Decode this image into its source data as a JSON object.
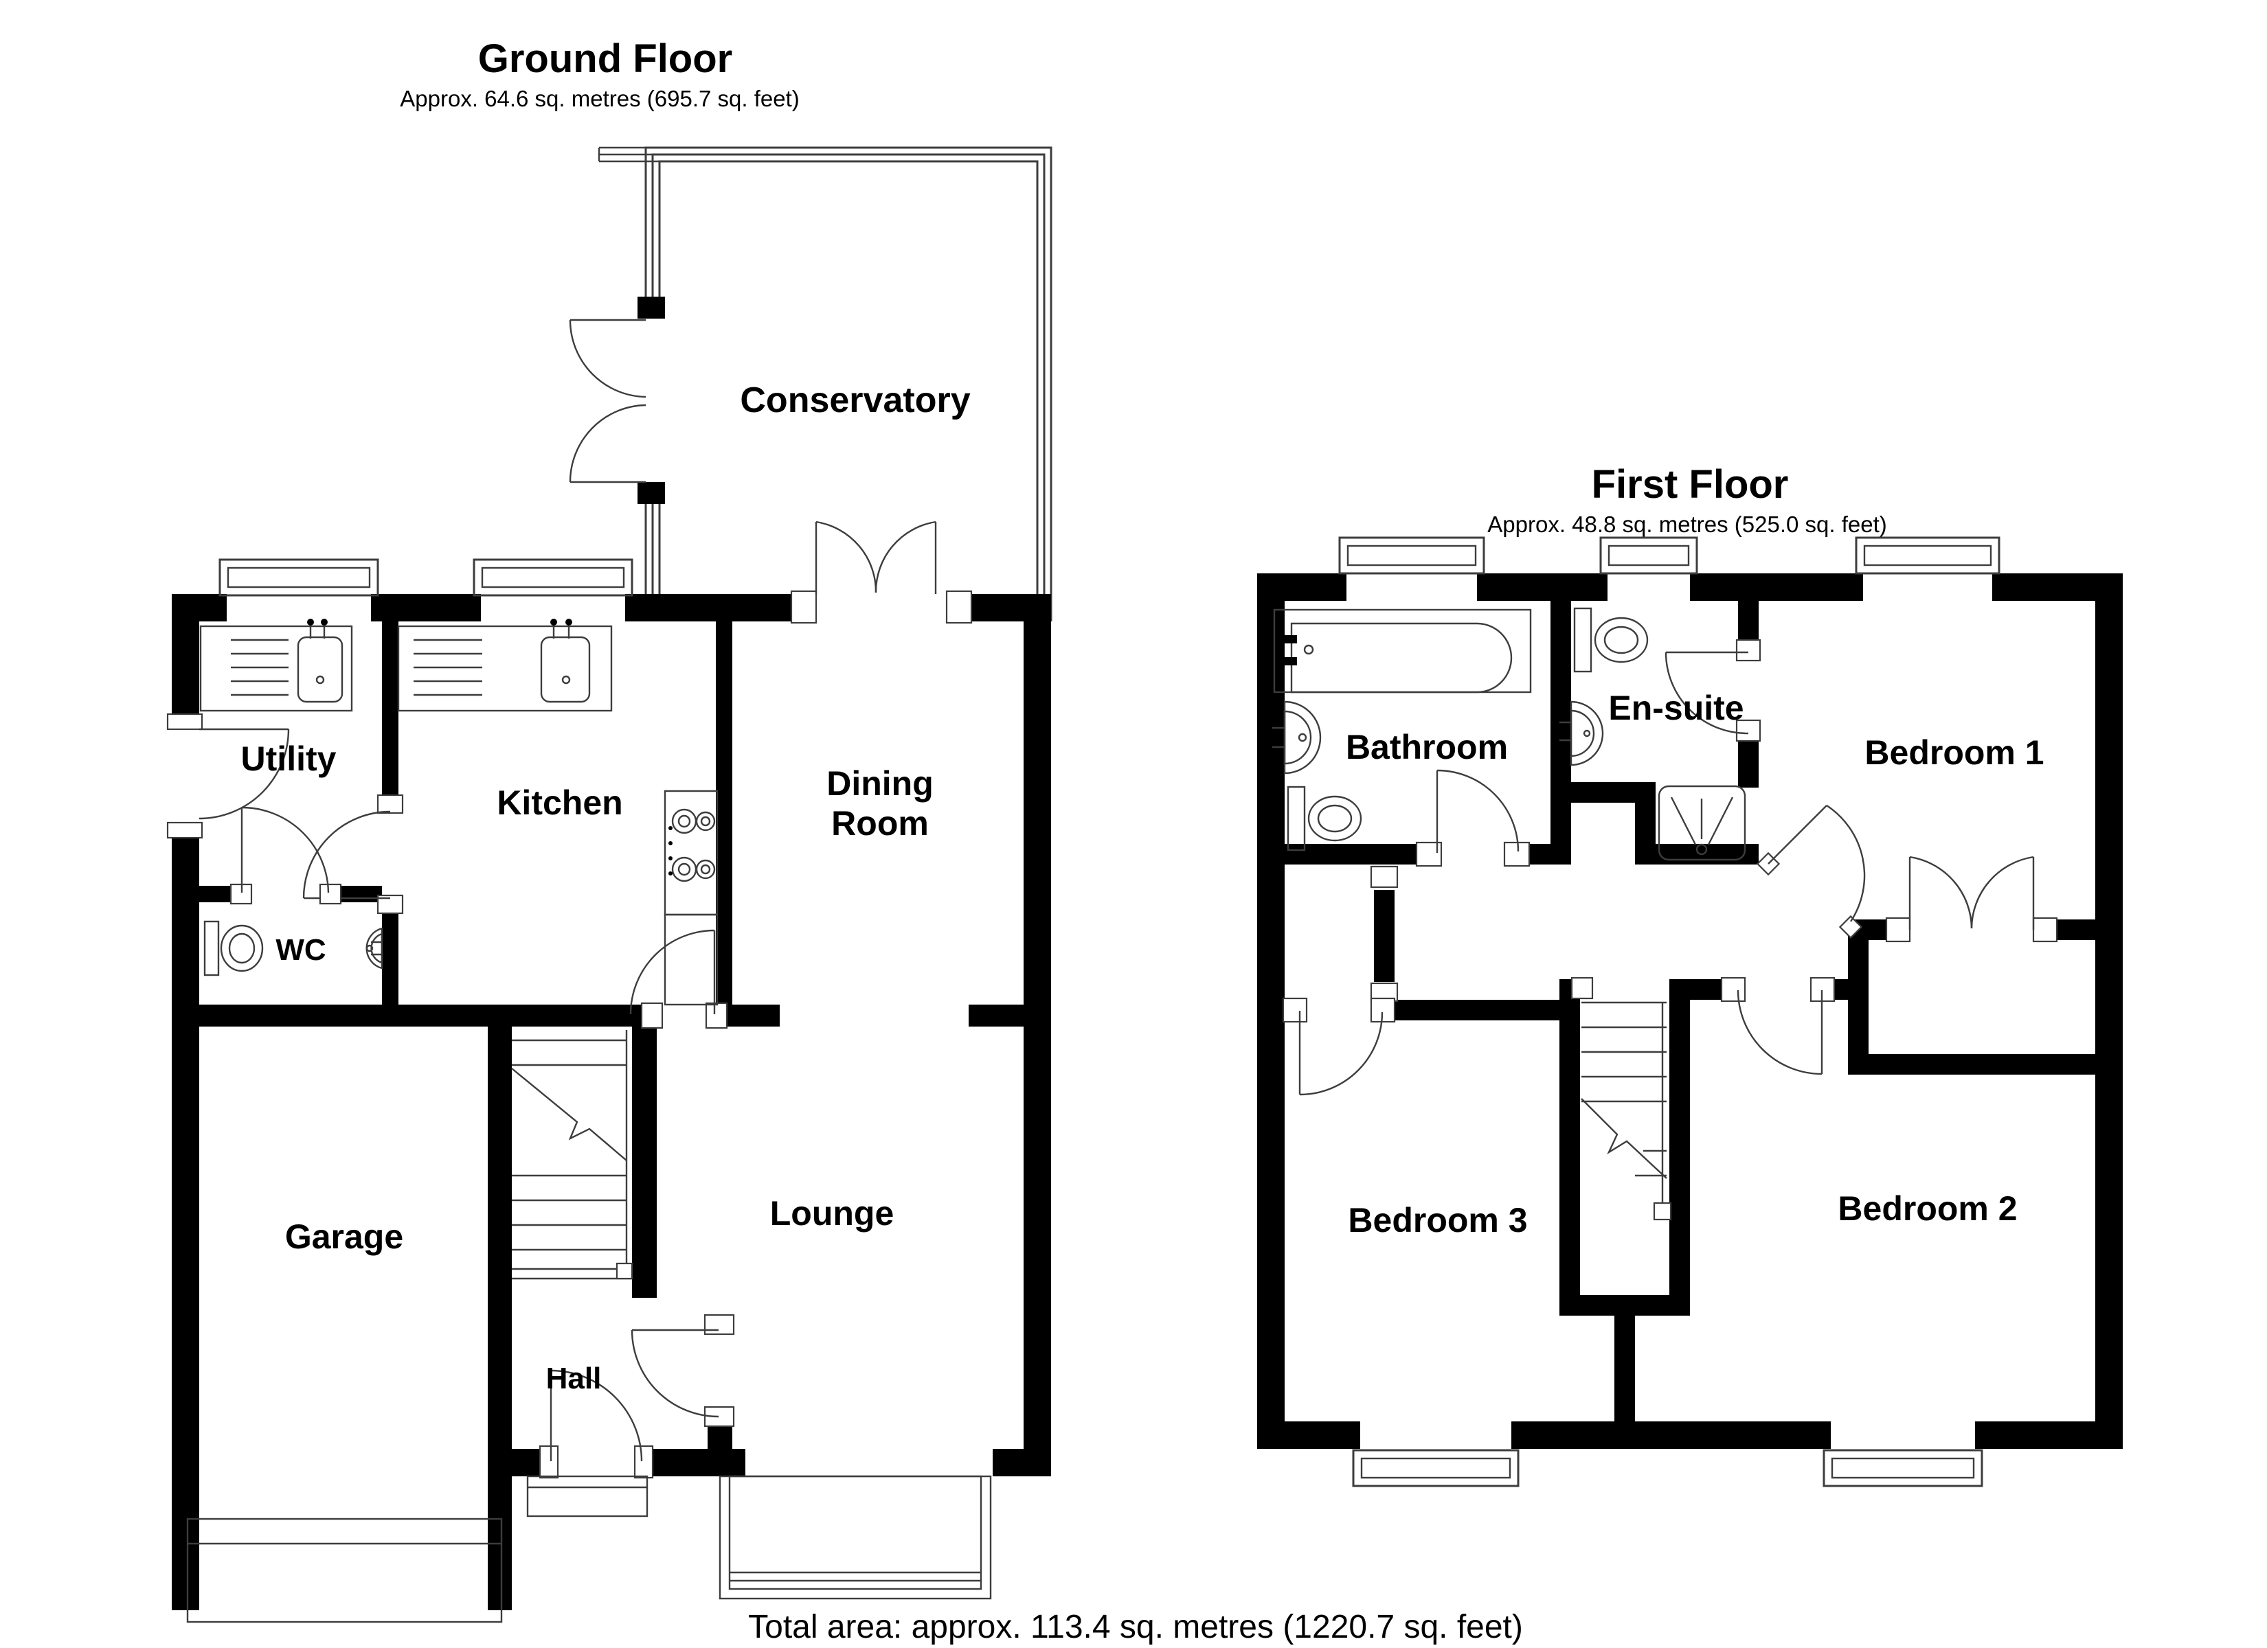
{
  "colors": {
    "wall": "#000000",
    "line": "#3d3d3d",
    "text": "#000000"
  },
  "ground_floor": {
    "title": "Ground Floor",
    "subtitle": "Approx. 64.6 sq. metres (695.7 sq. feet)",
    "rooms": {
      "conservatory": "Conservatory",
      "utility": "Utility",
      "kitchen": "Kitchen",
      "dining_room_line1": "Dining",
      "dining_room_line2": "Room",
      "wc": "WC",
      "garage": "Garage",
      "hall": "Hall",
      "lounge": "Lounge"
    }
  },
  "first_floor": {
    "title": "First Floor",
    "subtitle": "Approx. 48.8 sq. metres (525.0 sq. feet)",
    "rooms": {
      "bathroom": "Bathroom",
      "ensuite": "En-suite",
      "bedroom1": "Bedroom 1",
      "bedroom2": "Bedroom 2",
      "bedroom3": "Bedroom 3"
    }
  },
  "footer": {
    "total_area": "Total area: approx. 113.4 sq. metres (1220.7 sq. feet)"
  }
}
